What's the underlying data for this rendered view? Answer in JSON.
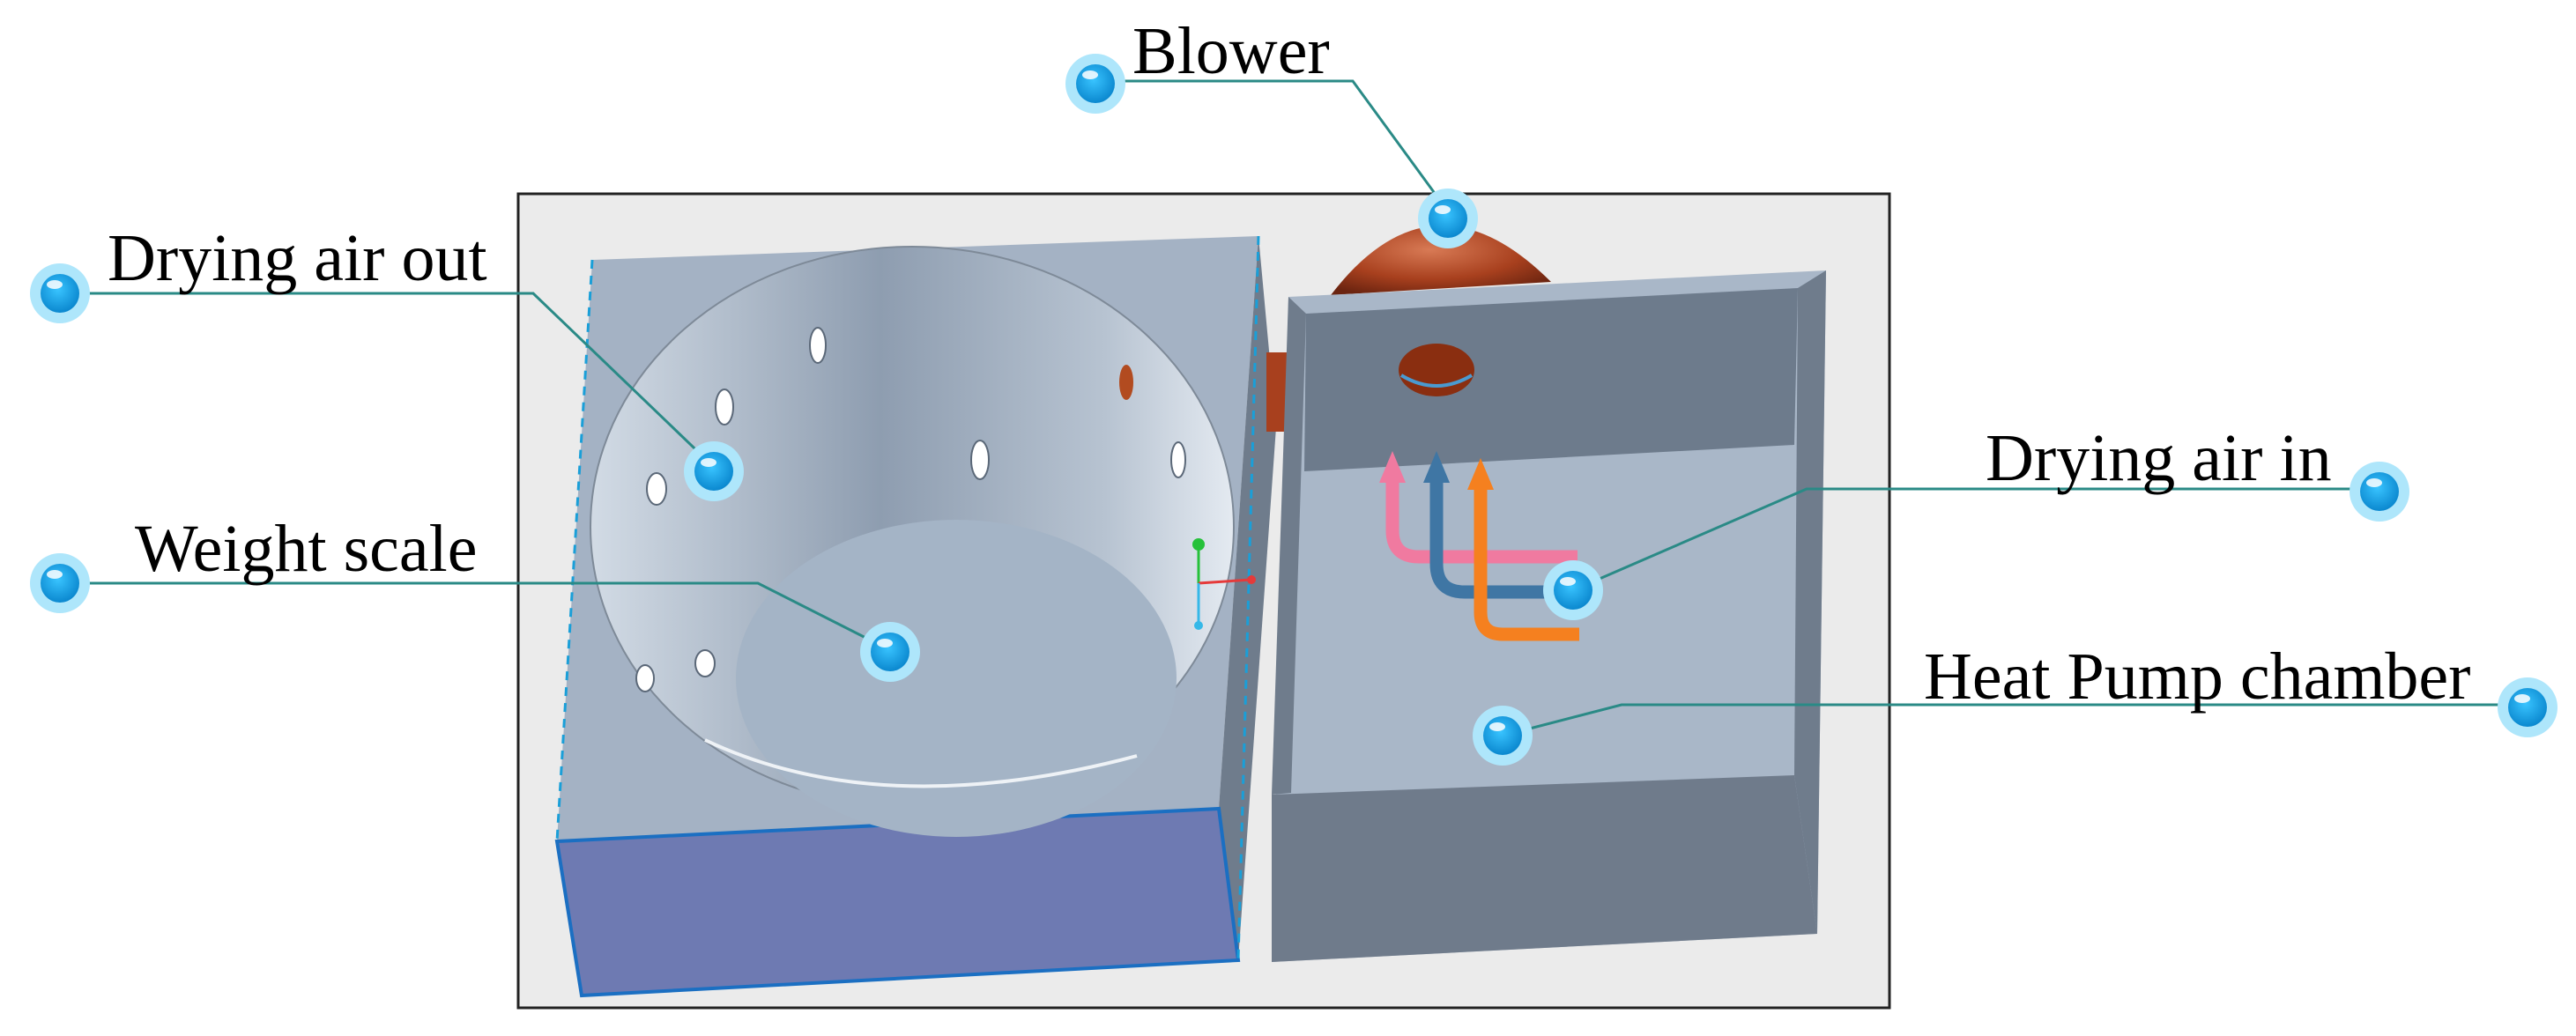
{
  "labels": {
    "blower": "Blower",
    "drying_air_out": "Drying air out",
    "weight_scale": "Weight scale",
    "drying_air_in": "Drying air in",
    "heat_pump_chamber": "Heat Pump chamber"
  },
  "colors": {
    "leader_line": "#2a8a86",
    "marker": "#1aa6e6",
    "marker_halo": "#aee6fb",
    "frame_bg": "#ebebeb",
    "box_light": "#a4b2c4",
    "box_dark": "#6c7a8a",
    "blue_face": "#6e7ab2",
    "copper": "#a8401e",
    "arrow_pink": "#f07aa0",
    "arrow_blue": "#3f76a4",
    "arrow_orange": "#f5801f"
  },
  "icons": {
    "marker": "circle-marker-icon",
    "flow_arrow": "up-arrow-icon",
    "axis_triad": "axis-triad-icon"
  }
}
